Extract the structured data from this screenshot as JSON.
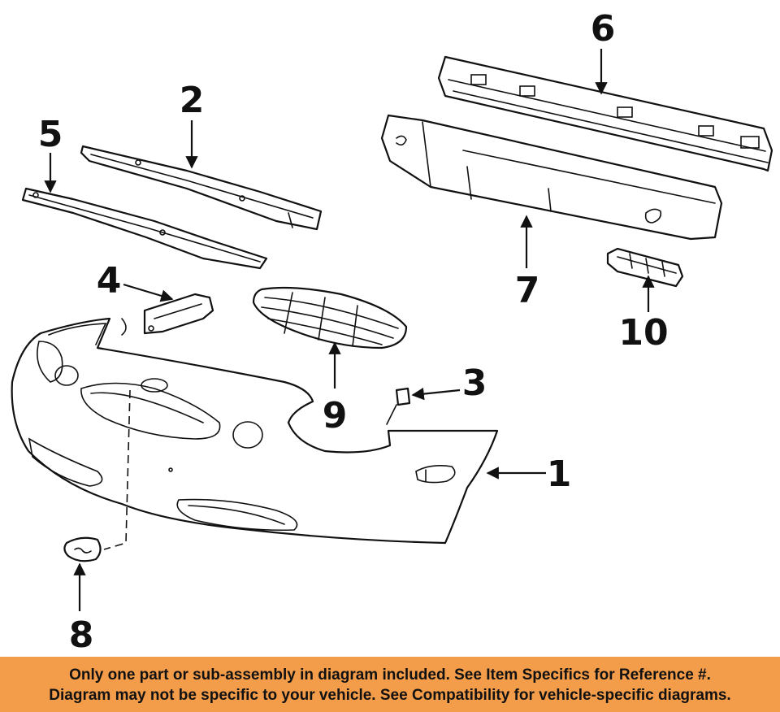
{
  "callouts": {
    "c1": "1",
    "c2": "2",
    "c3": "3",
    "c4": "4",
    "c5": "5",
    "c6": "6",
    "c7": "7",
    "c8": "8",
    "c9": "9",
    "c10": "10"
  },
  "footer": {
    "line1": "Only one part or sub-assembly in diagram included. See Item Specifics for Reference #.",
    "line2": "Diagram may not be specific to your vehicle. See Compatibility for vehicle-specific diagrams."
  },
  "colors": {
    "footer_bg": "#f39c4a",
    "ink": "#111111"
  }
}
